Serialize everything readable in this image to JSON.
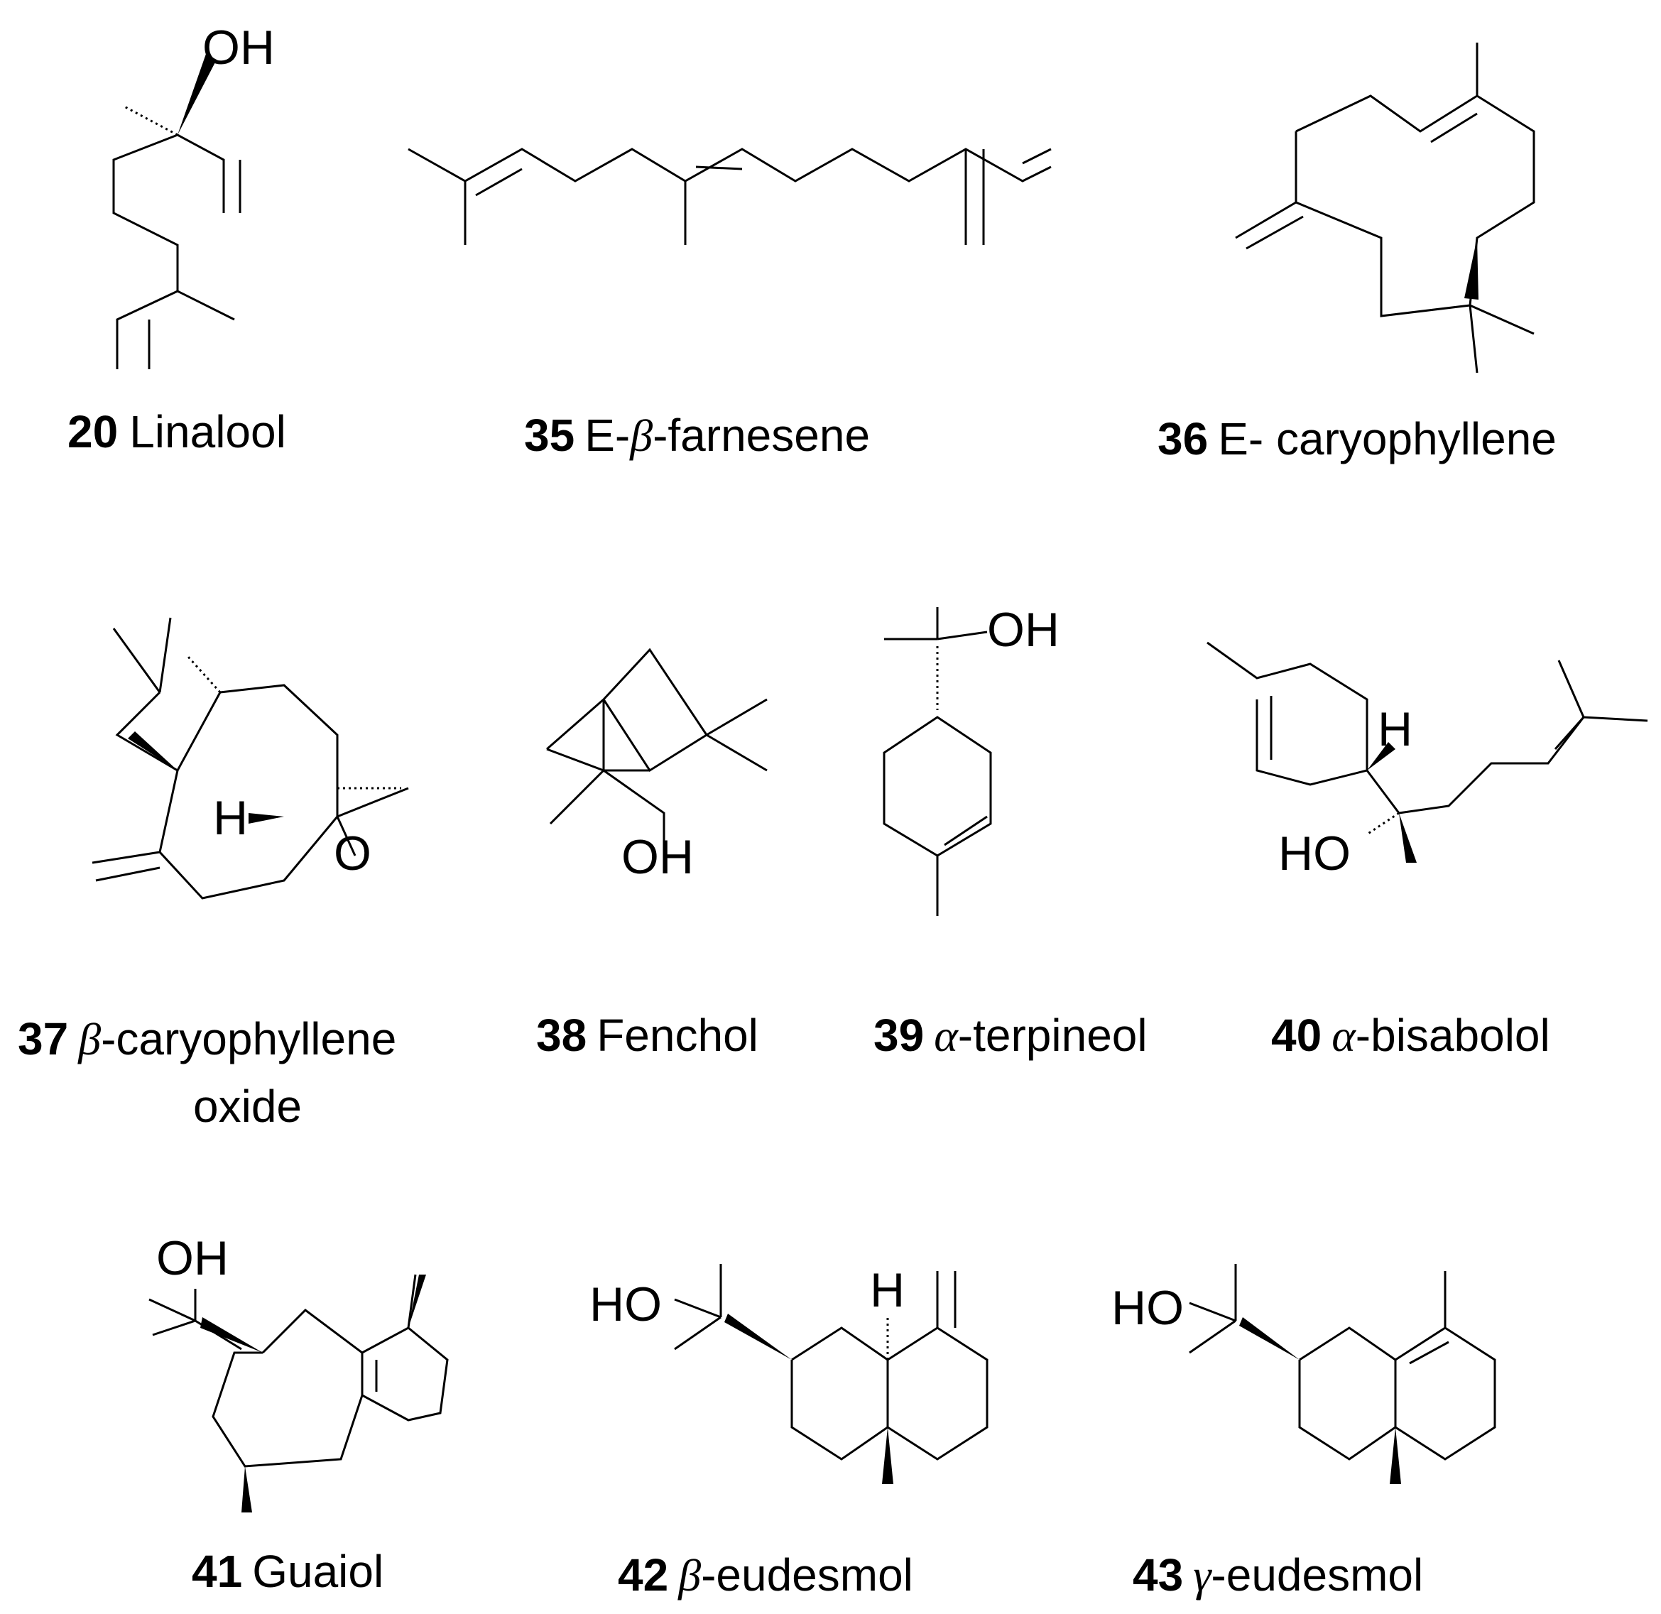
{
  "compounds": [
    {
      "number": "20",
      "name": "Linalool"
    },
    {
      "number": "35",
      "name_prefix": "E-",
      "greek": "β",
      "name_suffix": "-farnesene"
    },
    {
      "number": "36",
      "name": "E- caryophyllene"
    },
    {
      "number": "37",
      "greek": "β",
      "name_suffix": "-caryophyllene",
      "name_line2": "oxide"
    },
    {
      "number": "38",
      "name": "Fenchol"
    },
    {
      "number": "39",
      "greek": "α",
      "name_suffix": "-terpineol"
    },
    {
      "number": "40",
      "greek": "α",
      "name_suffix": "-bisabolol"
    },
    {
      "number": "41",
      "name": "Guaiol"
    },
    {
      "number": "42",
      "greek": "β",
      "name_suffix": "-eudesmol"
    },
    {
      "number": "43",
      "greek": "γ",
      "name_suffix": "-eudesmol"
    }
  ],
  "atom_labels": {
    "oh": "OH",
    "ho": "HO",
    "h": "H",
    "o": "O"
  }
}
